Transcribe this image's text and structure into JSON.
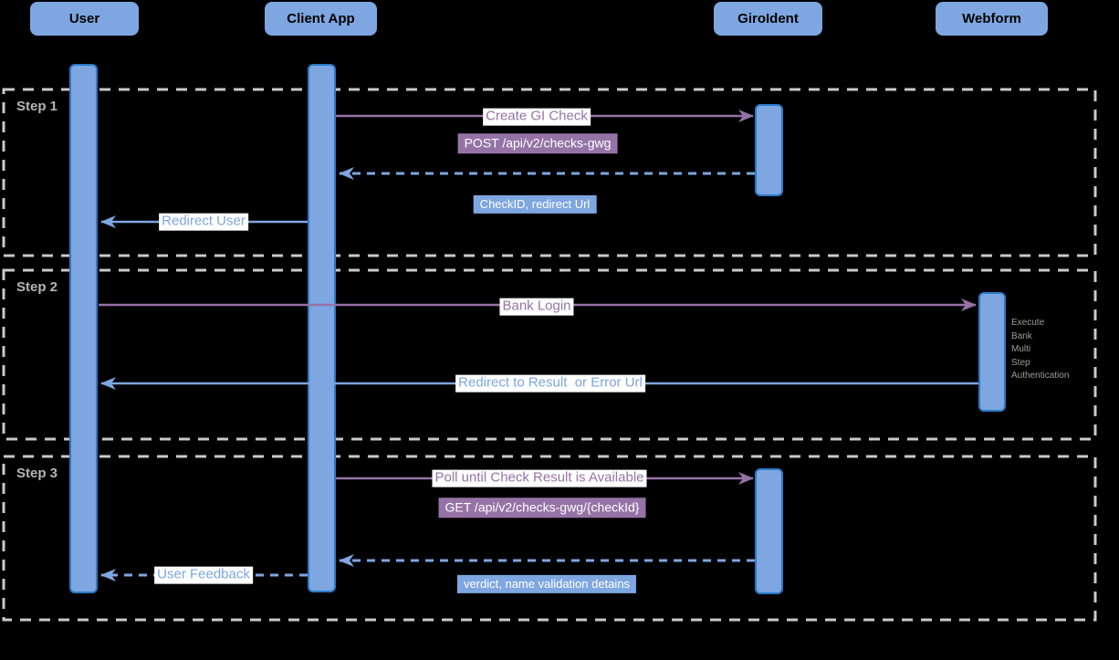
{
  "title": "GiroIdent check sequence diagram",
  "colors": {
    "bg": "#000000",
    "actor-fill": "#7ea6e0",
    "bar-fill": "#7ea6e0",
    "bar-border": "#2a7ac6",
    "purple": "#9673a6",
    "blue": "#7ea6e0",
    "frame": "#c9c9c9",
    "step-label": "#b5b5b5",
    "note-text": "#9c9c9c",
    "label-bg": "#ffffff",
    "badge-text": "#ffffff",
    "actor-text": "#000000"
  },
  "diagram": {
    "actors": [
      {
        "label": "User"
      },
      {
        "label": "Client App"
      },
      {
        "label": "GiroIdent"
      },
      {
        "label": "Webform"
      }
    ],
    "steps": [
      {
        "label": "Step 1"
      },
      {
        "label": "Step 2"
      },
      {
        "label": "Step 3"
      }
    ],
    "messages": {
      "create_check": "Create GI Check",
      "post_endpoint": "POST /api/v2/checks-gwg",
      "check_response": "CheckID, redirect Url",
      "redirect_user": "Redirect User",
      "bank_login": "Bank Login",
      "webform_note": "Execute\nBank\nMulti\nStep\nAuthentication",
      "redirect_result": "Redirect to Result  or Error Url",
      "poll": "Poll until Check Result is Available",
      "get_endpoint": "GET /api/v2/checks-gwg/{checkId}",
      "poll_response": "verdict, name validation detains",
      "user_feedback": "User Feedback"
    }
  }
}
